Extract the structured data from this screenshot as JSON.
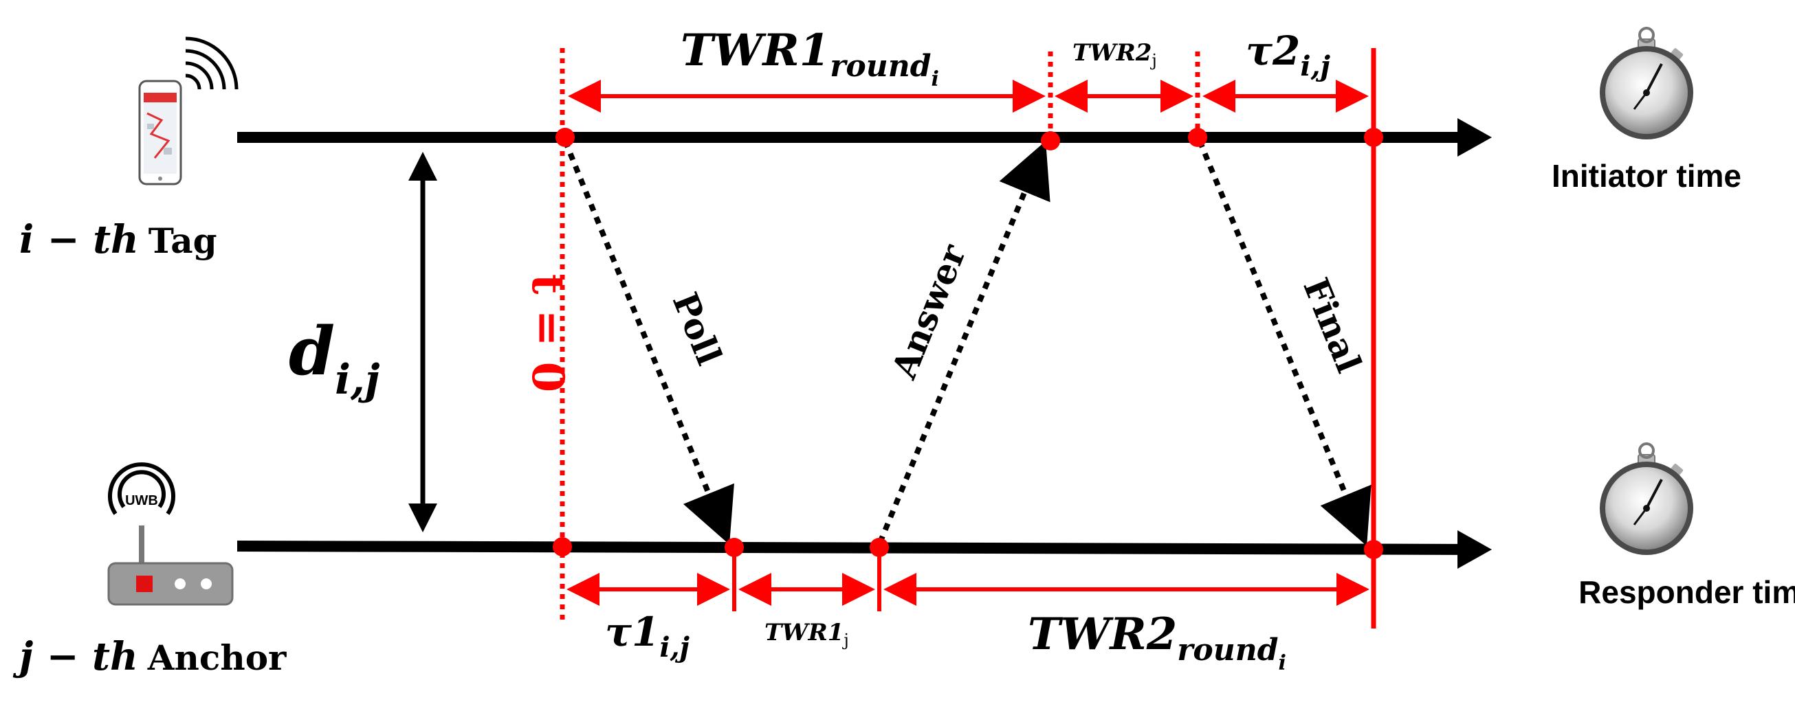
{
  "colors": {
    "red": "#ff0000",
    "black": "#000000",
    "phone_red": "#e03030",
    "device_gray": "#9a9a9a"
  },
  "icons": {
    "phone": "smartphone-wifi-icon",
    "anchor": "uwb-anchor-icon",
    "stopwatch": "stopwatch-icon"
  },
  "nodes": {
    "tag": {
      "prefix": "i − th",
      "name": "Tag"
    },
    "anchor": {
      "prefix": "j − th",
      "name": "Anchor",
      "badge": "UWB"
    }
  },
  "timelines": {
    "initiator": "Initiator time",
    "responder": "Responder time"
  },
  "distance": {
    "main": "d",
    "sub": "i,j"
  },
  "t_zero": "t = 0",
  "messages": {
    "poll": "Poll",
    "answer": "Answer",
    "final": "Final"
  },
  "intervals": {
    "twr1_round": {
      "main": "TWR1",
      "sub": "round",
      "subsub": "i"
    },
    "twr2_j": {
      "main": "TWR2",
      "sub": "j"
    },
    "tau2": {
      "main": "τ2",
      "sub": "i,j"
    },
    "tau1": {
      "main": "τ1",
      "sub": "i,j"
    },
    "twr1_j": {
      "main": "TWR1",
      "sub": "j"
    },
    "twr2_round": {
      "main": "TWR2",
      "sub": "round",
      "subsub": "i"
    }
  }
}
